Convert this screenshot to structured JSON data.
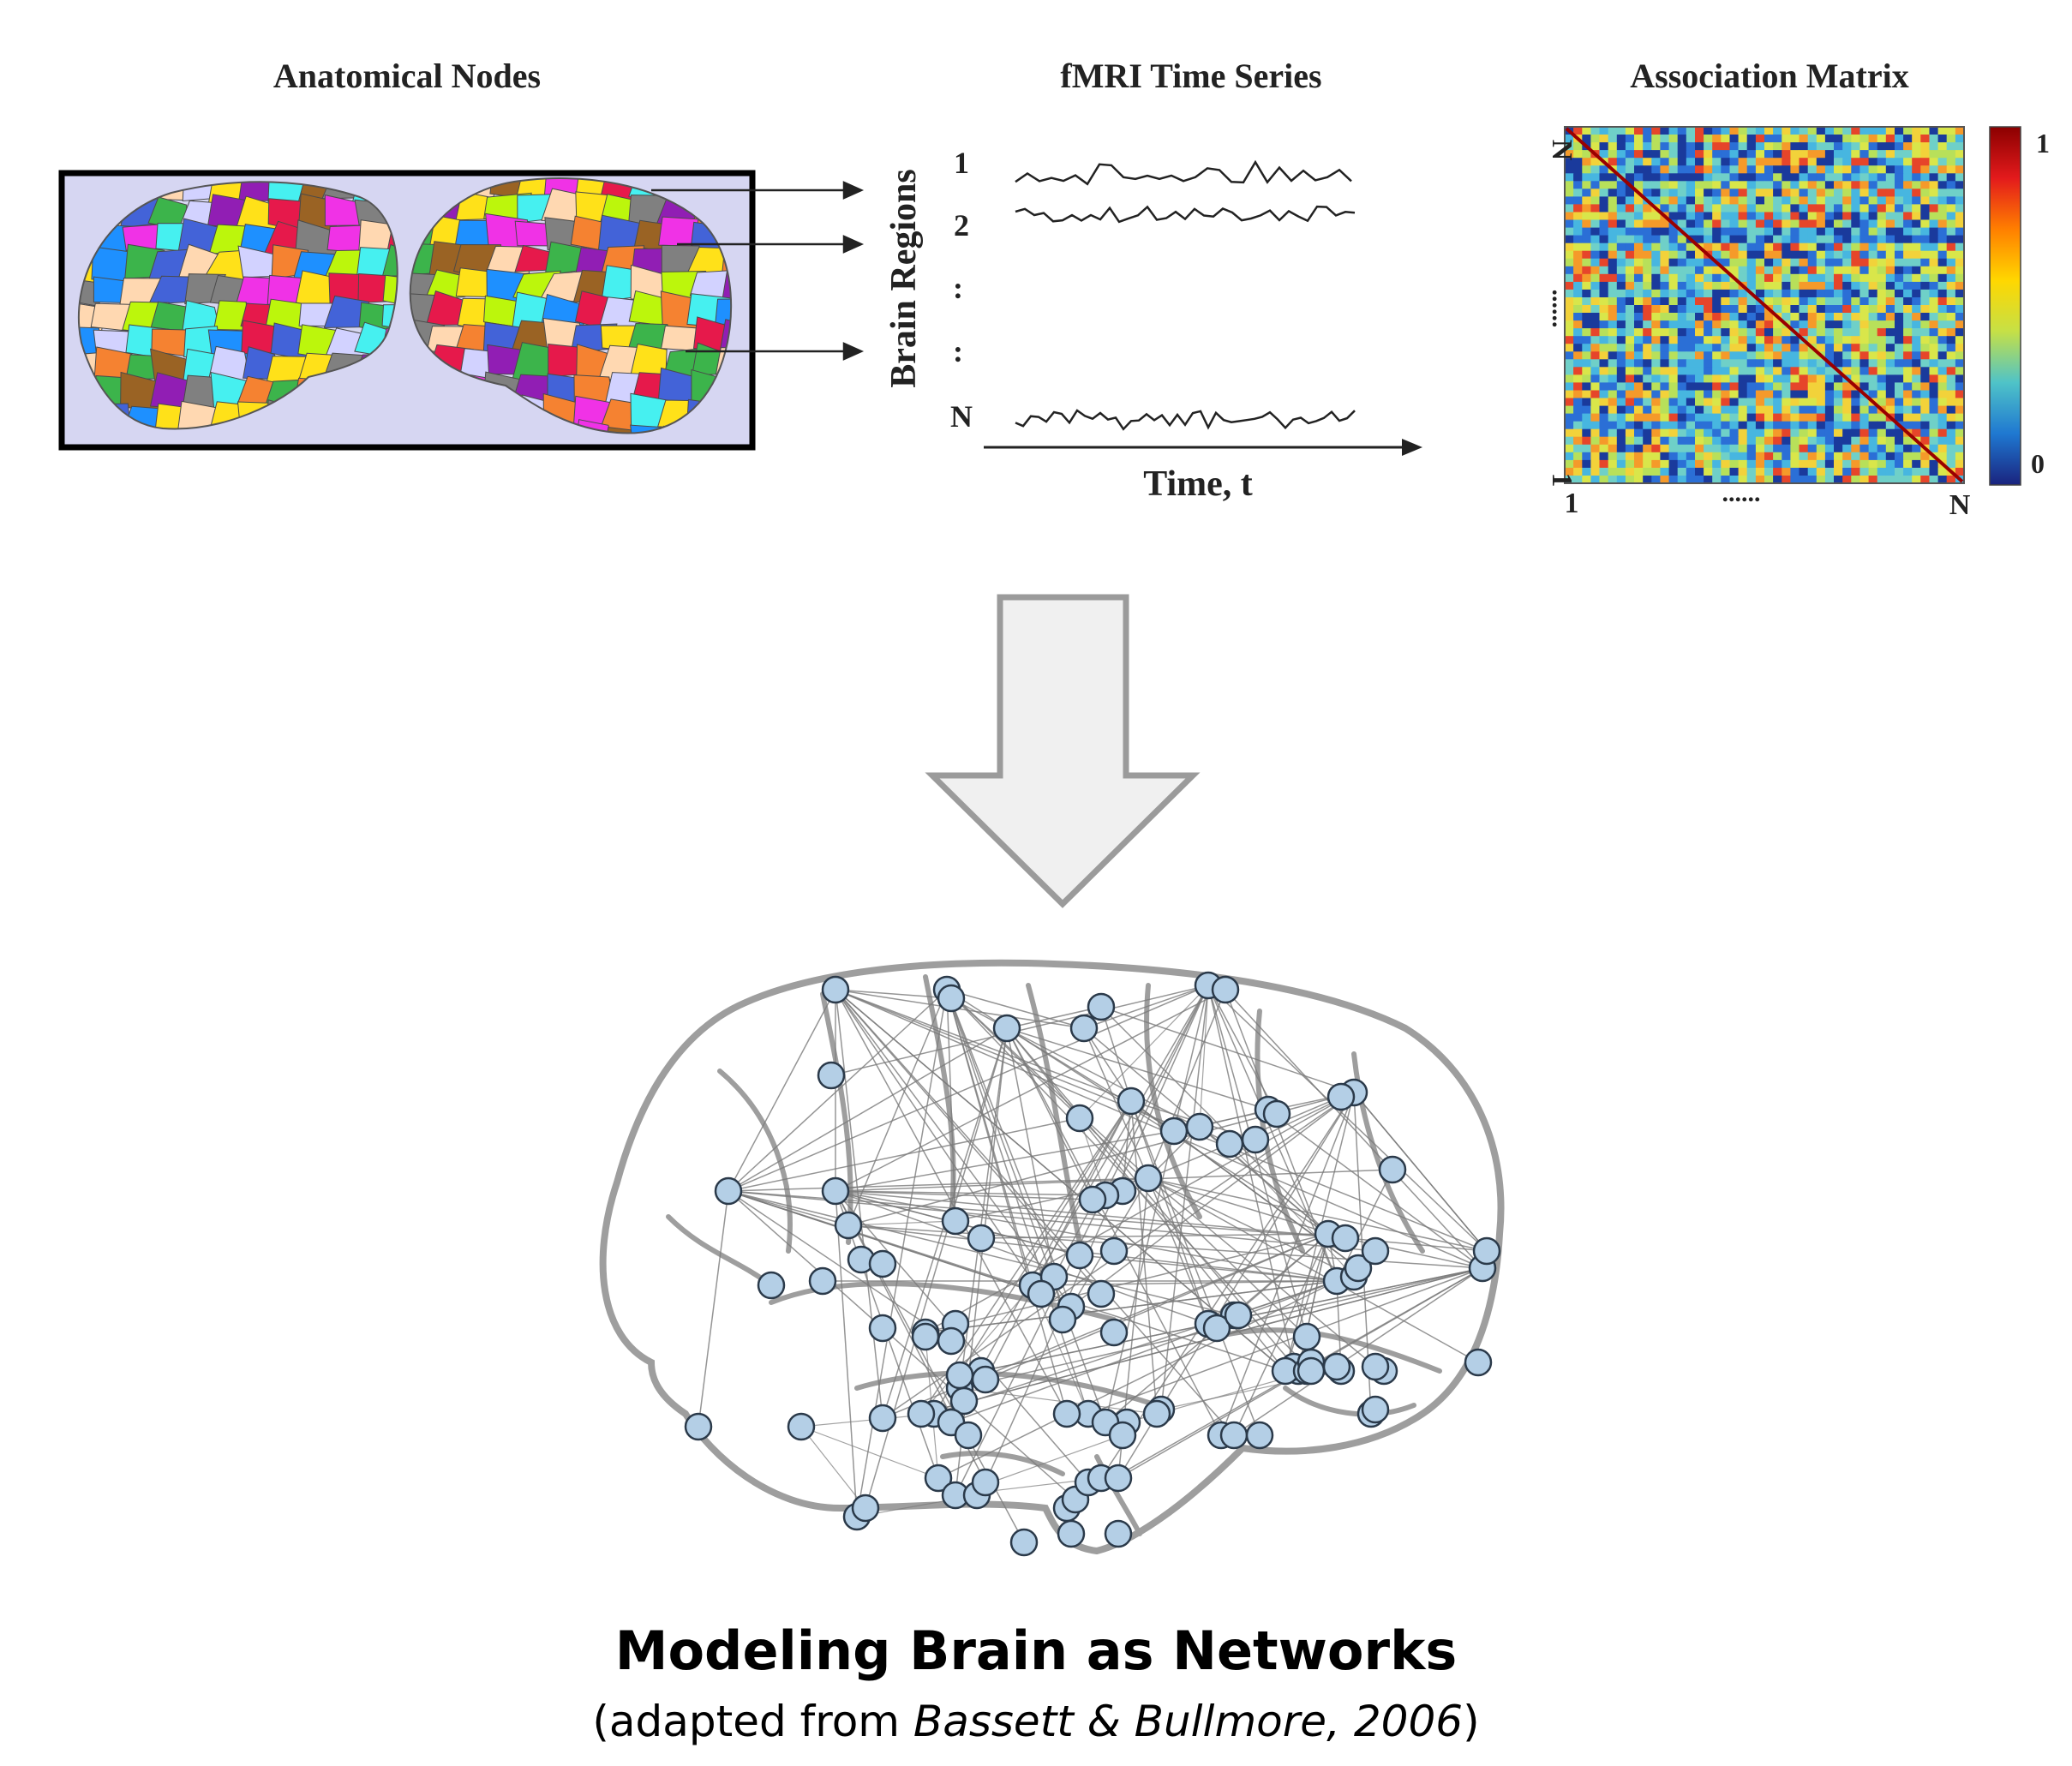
{
  "panels": {
    "anatomical_title": "Anatomical Nodes",
    "fmri_title": "fMRI Time Series",
    "matrix_title": "Association Matrix"
  },
  "fmri": {
    "ylabel": "Brain Regions",
    "row_labels": [
      "1",
      "2",
      ":",
      ":",
      "N"
    ],
    "xlabel": "Time, t"
  },
  "matrix": {
    "y_top_label": "N",
    "y_bottom_label": "1",
    "y_dots": "......",
    "x_left_label": "1",
    "x_right_label": "N",
    "x_dots": "......",
    "colorbar_max": "1",
    "colorbar_min": "0",
    "colorbar_colors": [
      "#8b0000",
      "#e31a1c",
      "#ff7f00",
      "#ffd700",
      "#c6e046",
      "#4fc3c8",
      "#1f78d1",
      "#1a237e"
    ]
  },
  "anatomy_colors": [
    "#3cb44b",
    "#e6194b",
    "#ffe119",
    "#4363d8",
    "#f58231",
    "#911eb4",
    "#46f0f0",
    "#f032e6",
    "#bcf60c",
    "#9a6324",
    "#1e90ff",
    "#808080",
    "#ffd8b1",
    "#d2d2ff"
  ],
  "network": {
    "node_color": "#b4cfe6",
    "node_stroke": "#2b3a4a",
    "edge_color": "#7a7a7a",
    "outline_color": "#9e9e9e"
  },
  "caption": {
    "title": "Modeling Brain as Networks",
    "source_prefix": "(adapted from ",
    "source_italic": "Bassett & Bullmore, 2006",
    "source_suffix": ")"
  }
}
